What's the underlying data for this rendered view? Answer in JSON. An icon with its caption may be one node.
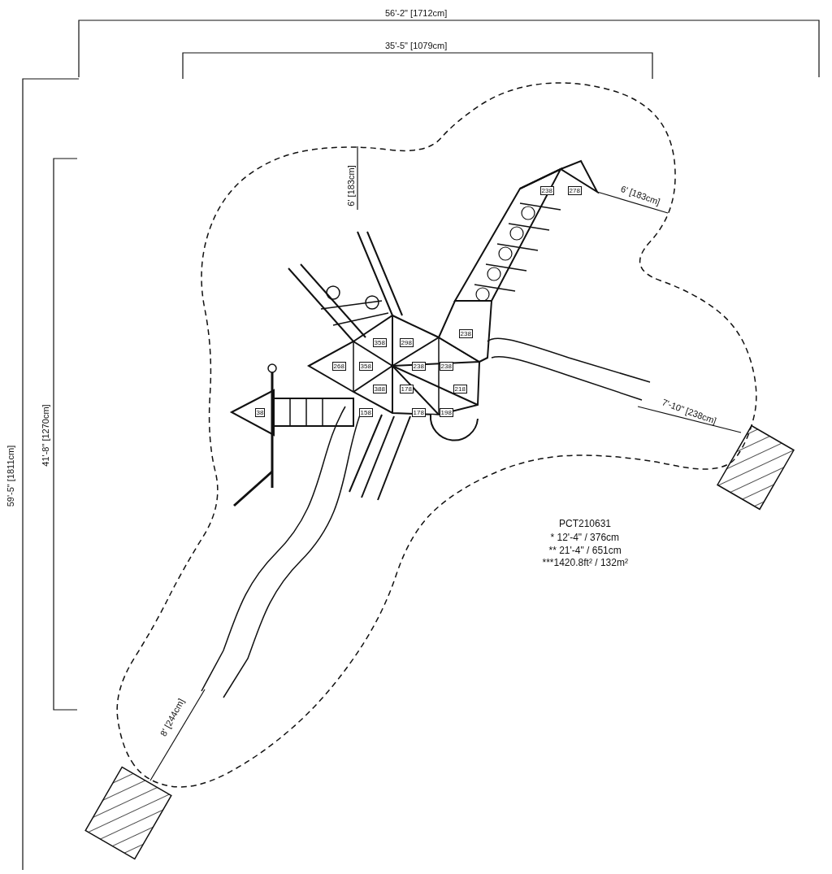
{
  "diagram": {
    "labels": [
      "56'-2\" [1712cm]",
      "35'-5\" [1079cm]",
      "6' [183cm]",
      "6' [183cm]",
      "238",
      "278",
      "238",
      "358",
      "298",
      "268",
      "358",
      "238",
      "238",
      "388",
      "178",
      "218",
      "38",
      "158",
      "178",
      "198",
      "7'-10\" [238cm]",
      "59'-5\" [1811cm]",
      "41'-8\" [1270cm]",
      "PCT210631",
      "* 12'-4\" / 376cm",
      "** 21'-4\" / 651cm",
      "***1420.8ft² / 132m²",
      "8' [244cm]"
    ]
  }
}
